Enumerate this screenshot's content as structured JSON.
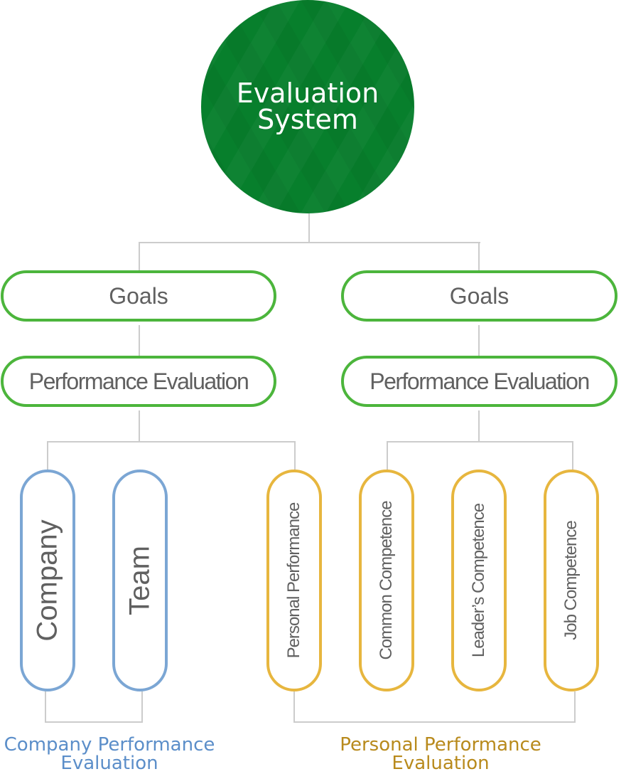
{
  "root": {
    "title_line1": "Evaluation",
    "title_line2": "System",
    "color": "#077f2c"
  },
  "branches": [
    {
      "goals": "Goals",
      "evaluation": "Performance Evaluation"
    },
    {
      "goals": "Goals",
      "evaluation": "Performance Evaluation"
    }
  ],
  "company_items": [
    "Company",
    "Team"
  ],
  "personal_items": [
    "Personal Performance",
    "Common Competence",
    "Leader’s Competence",
    "Job Competence"
  ],
  "labels": {
    "company_line1": "Company Performance",
    "company_line2": "Evaluation",
    "personal_line1": "Personal Performance",
    "personal_line2": "Evaluation"
  },
  "colors": {
    "green_border": "#4cb53c",
    "blue_border": "#7ba6d4",
    "gold_border": "#e7b63e",
    "company_label": "#5b8ec9",
    "personal_label": "#b88a1c",
    "connector": "#cccccc"
  }
}
